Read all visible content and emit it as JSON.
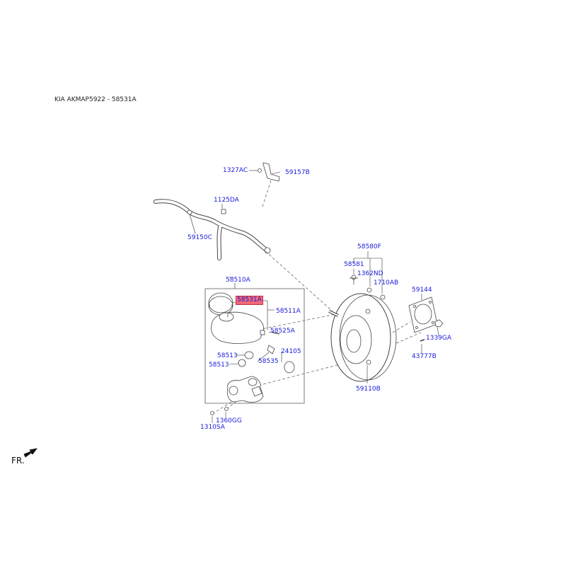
{
  "header": {
    "title": "KIA AKMAP5922 - 58531A"
  },
  "orientation": {
    "label": "FR."
  },
  "parts": {
    "p1327AC": "1327AC",
    "p59157B": "59157B",
    "p1125DA": "1125DA",
    "p59150C": "59150C",
    "p58510A": "58510A",
    "p58531A": "58531A",
    "p58511A": "58511A",
    "p58525A": "58525A",
    "p24105": "24105",
    "p58513a": "58513",
    "p58513b": "58513",
    "p58535": "58535",
    "p1360GG": "1360GG",
    "p1310SA": "1310SA",
    "p58580F": "58580F",
    "p58581": "58581",
    "p1362ND": "1362ND",
    "p1710AB": "1710AB",
    "p59144": "59144",
    "p1339GA": "1339GA",
    "p43777B": "43777B",
    "p59110B": "59110B"
  },
  "highlight": {
    "part": "58531A",
    "color": "#f06a78"
  },
  "colors": {
    "label": "#1a1adc",
    "line": "#333333"
  }
}
